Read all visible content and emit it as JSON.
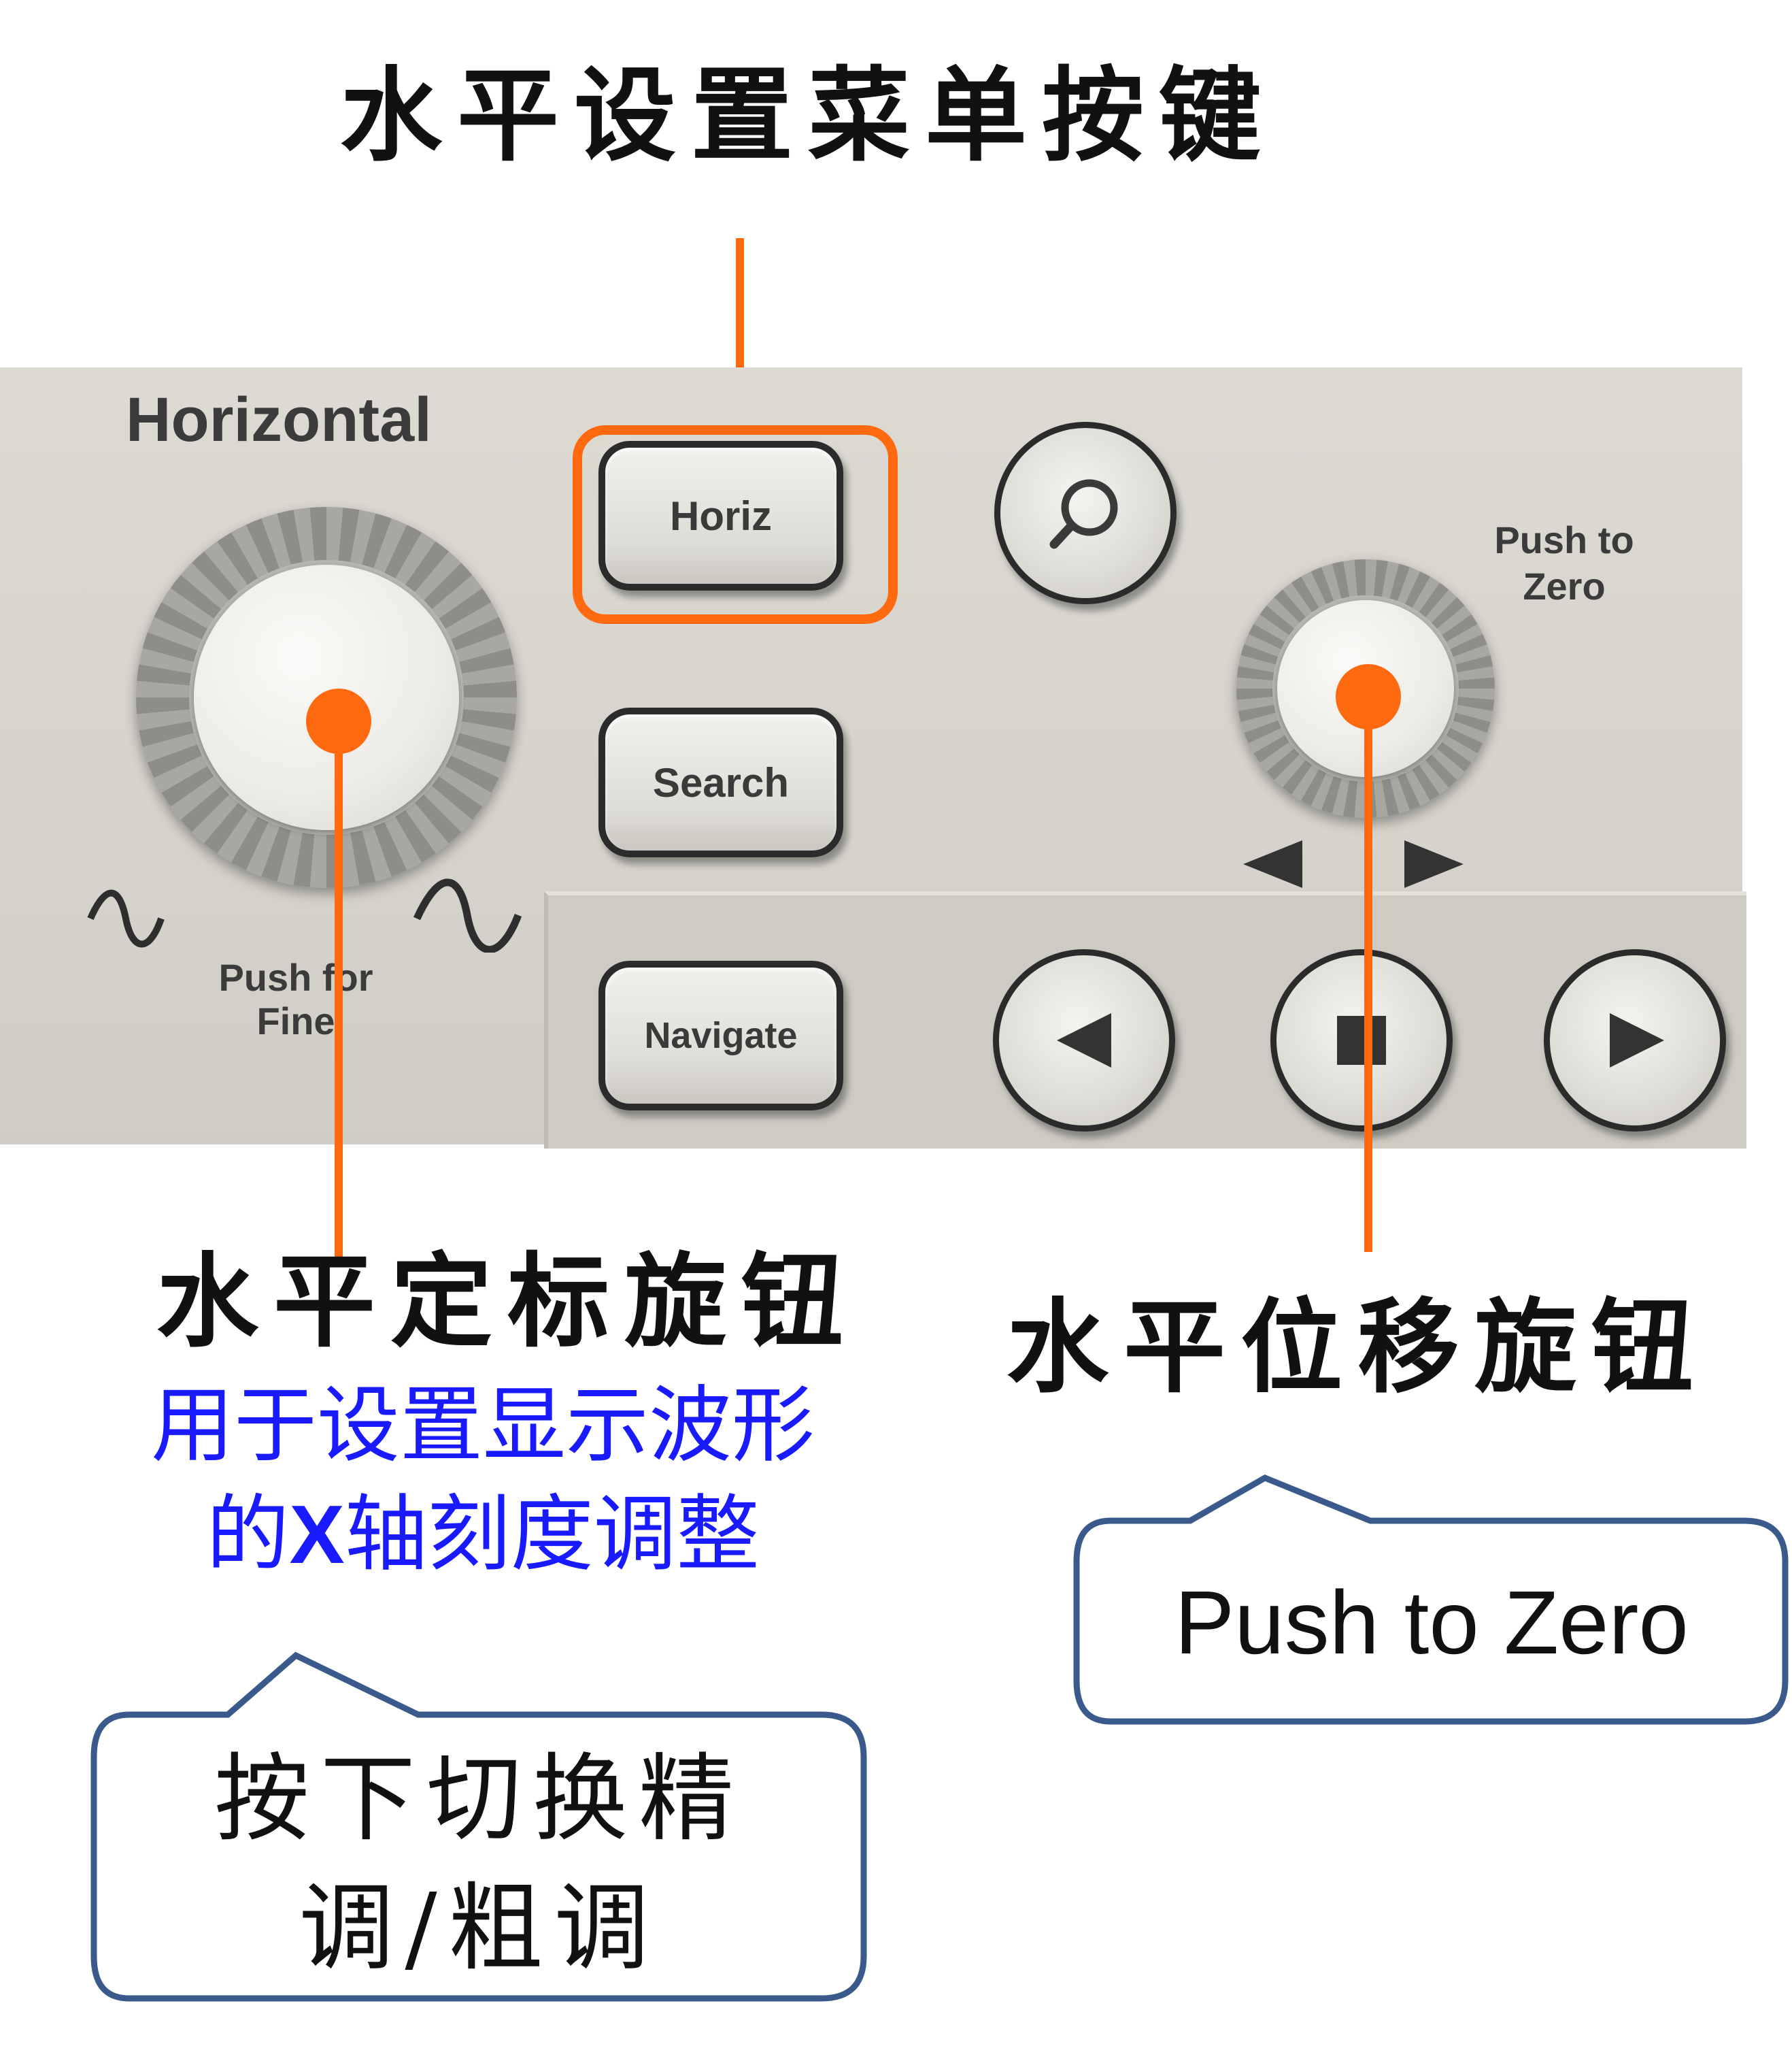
{
  "annotations": {
    "horiz_menu_title": "水平设置菜单按键",
    "scale_knob_title": "水平定标旋钮",
    "scale_knob_desc_line1": "用于设置显示波形",
    "scale_knob_desc_line2_prefix": "的",
    "scale_knob_desc_line2_x": "X",
    "scale_knob_desc_line2_suffix": "轴刻度调整",
    "position_knob_title": "水平位移旋钮"
  },
  "callouts": {
    "fine_coarse_line1": "按下切换精",
    "fine_coarse_line2": "调/粗调",
    "push_to_zero": "Push to Zero"
  },
  "panel": {
    "section_label": "Horizontal",
    "horiz_button": "Horiz",
    "search_button": "Search",
    "navigate_button": "Navigate",
    "push_for_fine_line1": "Push for",
    "push_for_fine_line2": "Fine",
    "push_to_zero_line1": "Push to",
    "push_to_zero_line2": "Zero"
  },
  "colors": {
    "highlight": "#ff6a10",
    "description_text": "#1a1aff",
    "callout_border": "#3b5a8c"
  },
  "icons": [
    "zoom-magnifier-icon",
    "arrow-left-icon",
    "arrow-right-icon",
    "play-left-icon",
    "stop-icon",
    "play-right-icon",
    "sine-wave-icon"
  ]
}
